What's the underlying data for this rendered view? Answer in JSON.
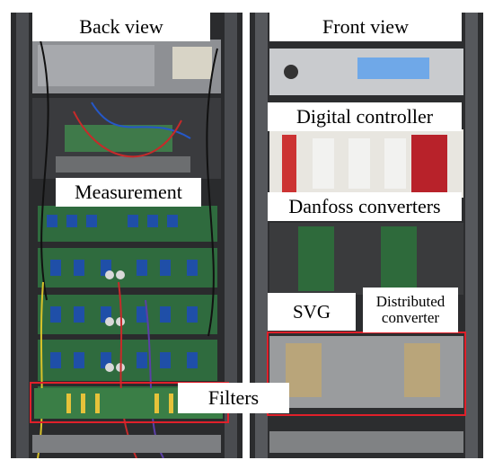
{
  "labels": {
    "back_view": "Back view",
    "front_view": "Front view",
    "measurement": "Measurement",
    "digital_controller": "Digital controller",
    "danfoss_converters": "Danfoss converters",
    "svg": "SVG",
    "distributed_line1": "Distributed",
    "distributed_line2": "converter",
    "filters": "Filters"
  },
  "colors": {
    "highlight_box": "#e0202a",
    "label_bg": "#ffffff",
    "cabinet": "#2a2b2d",
    "pcb_green": "#2f6b3e",
    "capacitor_blue": "#1f4fa8"
  }
}
